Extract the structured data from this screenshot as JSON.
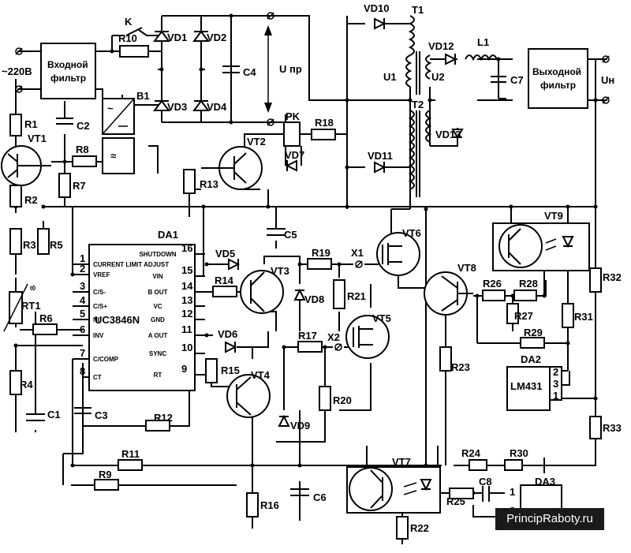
{
  "labels": {
    "mains": "~220В",
    "input_filter": [
      "Входной",
      "фильтр"
    ],
    "output_filter": [
      "Выходной",
      "фильтр"
    ],
    "u_pr": "U пр",
    "u_n": "Uн",
    "u1": "U1",
    "u2": "U2",
    "rt1_temp": "t0",
    "watermark": "PrincipRaboty.ru"
  },
  "components": {
    "k": "K",
    "r10": "R10",
    "vd1": "VD1",
    "vd2": "VD2",
    "vd3": "VD3",
    "vd4": "VD4",
    "b1": "B1",
    "c4": "C4",
    "rk": "PK",
    "r18": "R18",
    "vd7": "VD7",
    "vd10": "VD10",
    "t1": "T1",
    "t2": "T2",
    "vd11": "VD11",
    "vd12": "VD12",
    "vd13": "VD13",
    "l1": "L1",
    "c7": "C7",
    "r1": "R1",
    "c2": "C2",
    "vt1": "VT1",
    "r8": "R8",
    "r7": "R7",
    "r2": "R2",
    "r3": "R3",
    "r5": "R5",
    "vt2": "VT2",
    "r13": "R13",
    "c5": "C5",
    "da1": "DA1",
    "rt1": "RT1",
    "r6": "R6",
    "r4": "R4",
    "c1": "C1",
    "c3": "C3",
    "r12": "R12",
    "r11": "R11",
    "r9": "R9",
    "vd5": "VD5",
    "r14": "R14",
    "vt3": "VT3",
    "vd8": "VD8",
    "r19": "R19",
    "x1": "X1",
    "r21": "R21",
    "vt6": "VT6",
    "vd6": "VD6",
    "r15": "R15",
    "vt4": "VT4",
    "r17": "R17",
    "x2": "X2",
    "vt5": "VT5",
    "r20": "R20",
    "vd9": "VD9",
    "r16": "R16",
    "c6": "C6",
    "vt8": "VT8",
    "r26": "R26",
    "r28": "R28",
    "r27": "R27",
    "r29": "R29",
    "vt9": "VT9",
    "r31": "R31",
    "r32": "R32",
    "r33": "R33",
    "da2": "DA2",
    "lm431": "LM431",
    "r23": "R23",
    "vt7": "VT7",
    "r24": "R24",
    "r30": "R30",
    "c8": "C8",
    "da3": "DA3",
    "r25": "R25",
    "r22": "R22"
  },
  "ic": {
    "part": "UC3846N",
    "left_pins": [
      {
        "num": "1",
        "name": "CURRENT LIMIT ADJUST"
      },
      {
        "num": "2",
        "name": "VREF"
      },
      {
        "num": "3",
        "name": "C/S-"
      },
      {
        "num": "4",
        "name": "C/S+"
      },
      {
        "num": "5",
        "name": "NI"
      },
      {
        "num": "6",
        "name": "INV"
      },
      {
        "num": "7",
        "name": "C/COMP"
      },
      {
        "num": "8",
        "name": "CT"
      }
    ],
    "right_pins": [
      {
        "num": "16",
        "name": "SHUTDOWN"
      },
      {
        "num": "15",
        "name": "VIN"
      },
      {
        "num": "14",
        "name": "B OUT"
      },
      {
        "num": "13",
        "name": "VC"
      },
      {
        "num": "12",
        "name": "GND"
      },
      {
        "num": "11",
        "name": "A OUT"
      },
      {
        "num": "10",
        "name": "SYNC"
      },
      {
        "num": "9",
        "name": "RT"
      }
    ]
  },
  "pin_numbers": {
    "da2_2": "2",
    "da2_3": "3",
    "da2_1": "1",
    "da3_1": "1",
    "da3_2": "2"
  }
}
